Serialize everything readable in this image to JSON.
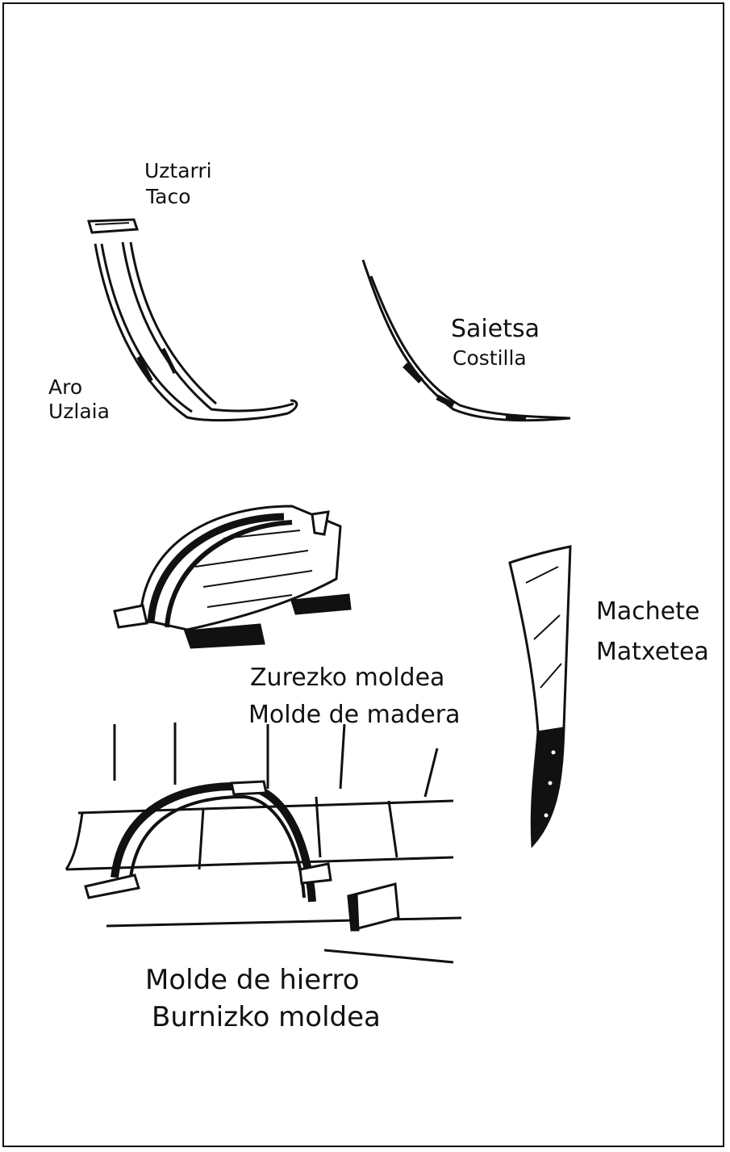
{
  "labels": {
    "uztarri": "Uztarri",
    "taco": "Taco",
    "aro": "Aro",
    "uzlaia": "Uzlaia",
    "saietsa": "Saietsa",
    "costilla": "Costilla",
    "machete": "Machete",
    "matxetea": "Matxetea",
    "zurezko_moldea": "Zurezko moldea",
    "molde_de_madera": "Molde de madera",
    "molde_de_hierro": "Molde de hierro",
    "burnizko_moldea": "Burnizko moldea"
  },
  "colors": {
    "ink": "#111111",
    "paper": "#ffffff"
  }
}
